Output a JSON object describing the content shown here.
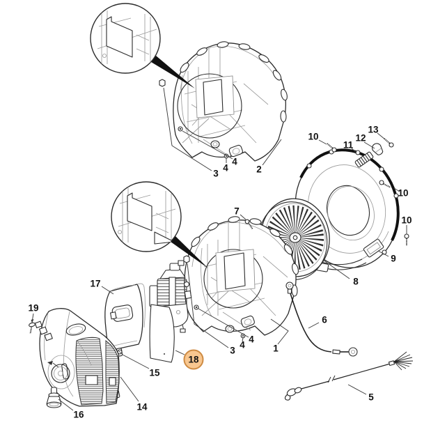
{
  "diagram": {
    "background": "#ffffff",
    "highlight": {
      "fill": "#F8C790",
      "stroke": "#CE8B43"
    },
    "callouts": [
      {
        "label": "3"
      },
      {
        "label": "4"
      },
      {
        "label": "4"
      },
      {
        "label": "2"
      },
      {
        "label": "10"
      },
      {
        "label": "11"
      },
      {
        "label": "12"
      },
      {
        "label": "13"
      },
      {
        "label": "10"
      },
      {
        "label": "10"
      },
      {
        "label": "9"
      },
      {
        "label": "8"
      },
      {
        "label": "7"
      },
      {
        "label": "6"
      },
      {
        "label": "5"
      },
      {
        "label": "3"
      },
      {
        "label": "4"
      },
      {
        "label": "4"
      },
      {
        "label": "1"
      },
      {
        "label": "17"
      },
      {
        "label": "19"
      },
      {
        "label": "18"
      },
      {
        "label": "15"
      },
      {
        "label": "14"
      },
      {
        "label": "16"
      }
    ]
  }
}
